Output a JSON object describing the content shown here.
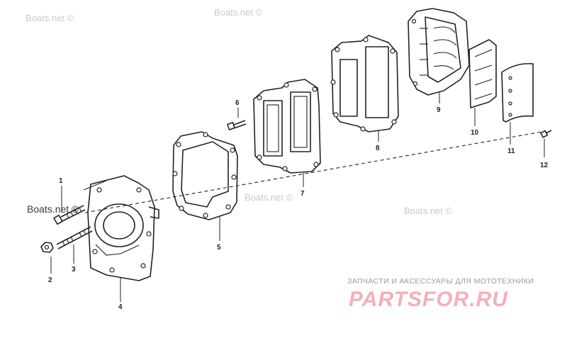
{
  "watermarks": {
    "top_left": "Boats.net ©",
    "top_mid": "Boats.net ©",
    "mid_right_1": "Boats.net ©",
    "mid_right_2": "Boats.net ©",
    "left": "Boats.net ©"
  },
  "brand": {
    "tagline": "ЗАПЧАСТИ И АКСЕССУАРЫ ДЛЯ МОТОТЕХНИКИ",
    "name": "PARTSFOR.RU"
  },
  "callouts": {
    "p1": "1",
    "p2": "2",
    "p3": "3",
    "p4": "4",
    "p5": "5",
    "p6": "6",
    "p7": "7",
    "p8": "8",
    "p9": "9",
    "p10": "10",
    "p11": "11",
    "p12": "12"
  },
  "colors": {
    "ink": "#222222",
    "brand": "#f3b0b8",
    "watermark": "#c9c9c9"
  }
}
